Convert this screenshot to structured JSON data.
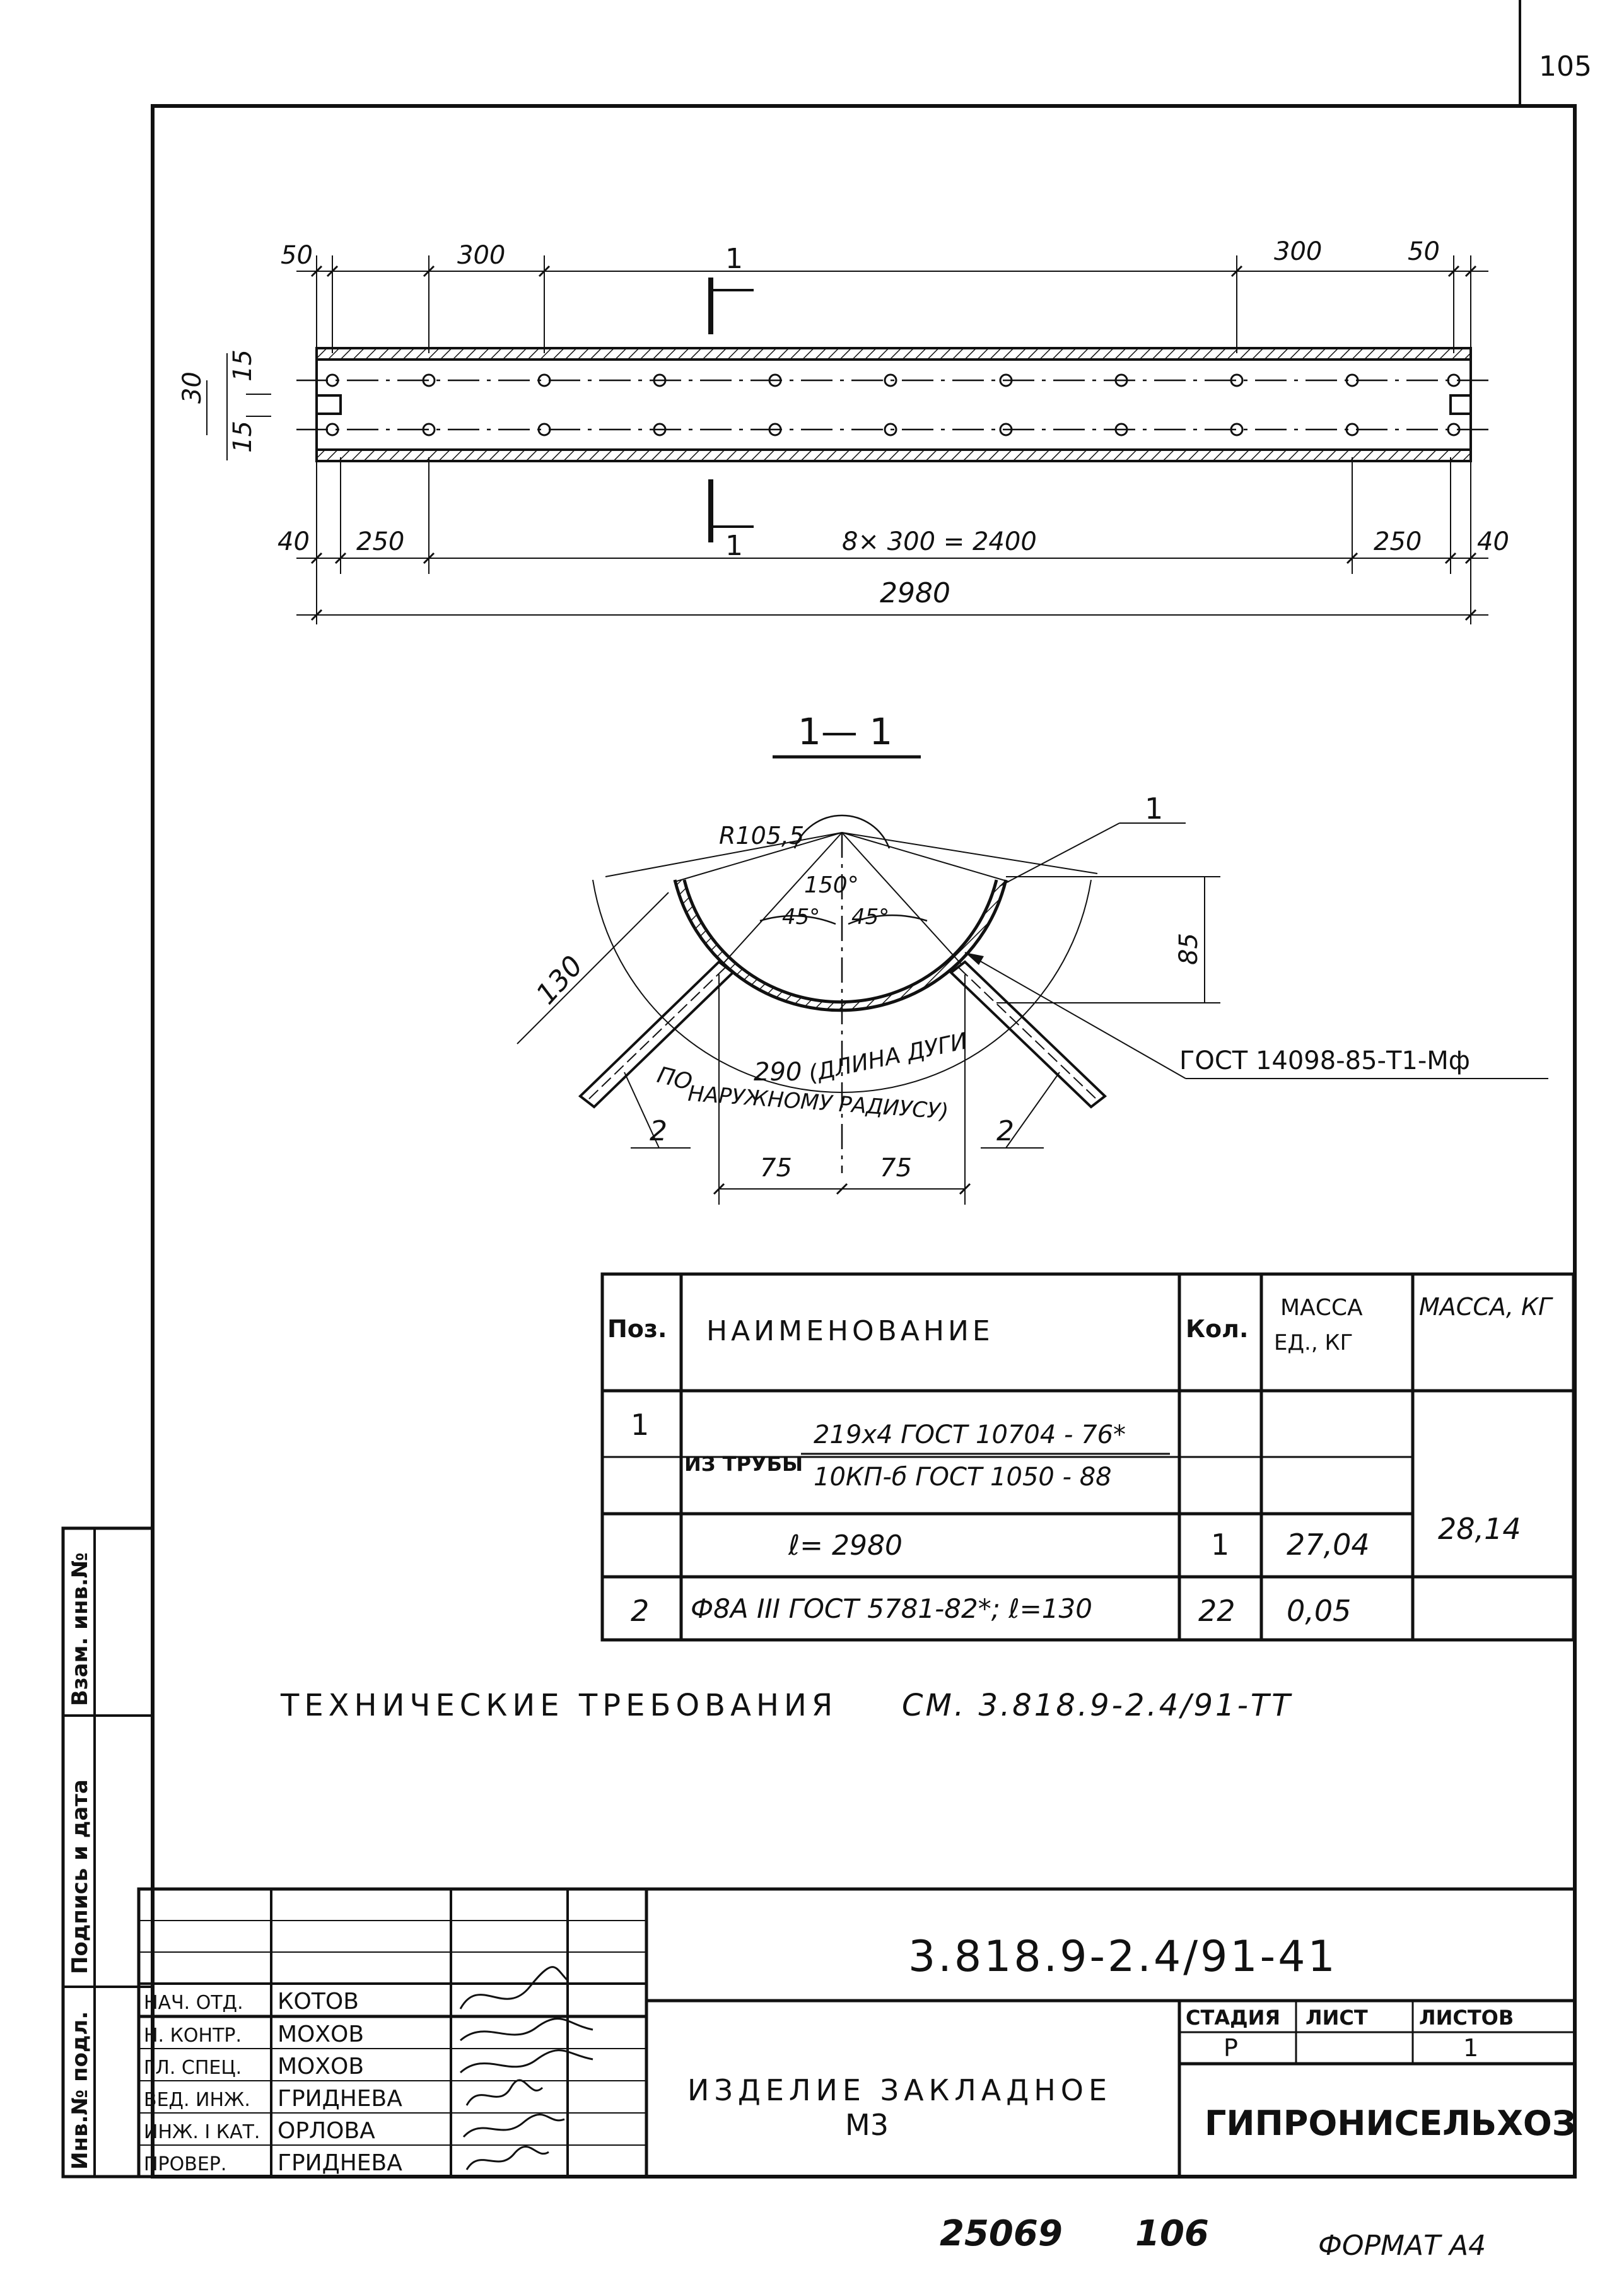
{
  "page": {
    "number": "105",
    "footer_archive": "25069",
    "footer_sheet": "106",
    "format": "ФОРМАТ А4"
  },
  "plan": {
    "dims_top": [
      "50",
      "300",
      "300",
      "50"
    ],
    "dims_left": [
      "30",
      "15",
      "15"
    ],
    "dims_bottom": [
      "40",
      "250",
      "8× 300 = 2400",
      "250",
      "40"
    ],
    "overall": "2980",
    "section_marks": [
      "1",
      "1"
    ]
  },
  "section": {
    "title": "1— 1",
    "radius": "R105,5",
    "angle_top": "150°",
    "angle_left": "45°",
    "angle_right": "45°",
    "dim_85": "85",
    "dim_130": "130",
    "arc_note_1": "ПО",
    "arc_value": "290",
    "arc_note_2": "(ДЛИНА ДУГИ",
    "arc_note_3": "НАРУЖНОМУ РАДИУСУ)",
    "dim_75_left": "75",
    "dim_75_right": "75",
    "leader_1": "1",
    "leader_2_left": "2",
    "leader_2_right": "2",
    "weld_note": "ГОСТ 14098-85-Т1-Мф"
  },
  "spec_table": {
    "headers": {
      "pos": "Поз.",
      "name": "НАИМЕНОВАНИЕ",
      "qty": "Кол.",
      "mass_unit": "МАССА ЕД., КГ",
      "mass_total": "МАССА, КГ"
    },
    "row1": {
      "pos": "1",
      "prefix": "ИЗ ТРУБЫ",
      "line1": "219х4 ГОСТ 10704 - 76*",
      "line2": "10КП-б ГОСТ 1050 - 88",
      "length": "ℓ= 2980",
      "qty": "1",
      "mass_unit": "27,04",
      "mass_total": "28,14"
    },
    "row2": {
      "pos": "2",
      "name": "Ф8А ІІІ ГОСТ 5781-82*; ℓ=130",
      "qty": "22",
      "mass_unit": "0,05"
    }
  },
  "tech_req": {
    "label": "ТЕХНИЧЕСКИЕ ТРЕБОВАНИЯ",
    "ref": "СМ. 3.818.9-2.4/91-ТТ"
  },
  "side_stamp": [
    "Инв.№ подл.",
    "Подпись и дата",
    "Взам. инв.№"
  ],
  "title_block": {
    "doc_number": "3.818.9-2.4/91-41",
    "roles": [
      {
        "role": "НАЧ. ОТД.",
        "name": "КОТОВ"
      },
      {
        "role": "Н. КОНТР.",
        "name": "МОХОВ"
      },
      {
        "role": "ГЛ. СПЕЦ.",
        "name": "МОХОВ"
      },
      {
        "role": "ВЕД. ИНЖ.",
        "name": "ГРИДНЕВА"
      },
      {
        "role": "ИНЖ. І КАТ.",
        "name": "ОРЛОВА"
      },
      {
        "role": "ПРОВЕР.",
        "name": "ГРИДНЕВА"
      }
    ],
    "item_name_line1": "ИЗДЕЛИЕ ЗАКЛАДНОЕ",
    "item_name_line2": "М3",
    "stage_label": "СТАДИЯ",
    "sheet_label": "ЛИСТ",
    "sheets_label": "ЛИСТОВ",
    "stage_value": "Р",
    "sheet_value": "",
    "sheets_value": "1",
    "org": "ГИПРОНИСЕЛЬХОЗ"
  }
}
